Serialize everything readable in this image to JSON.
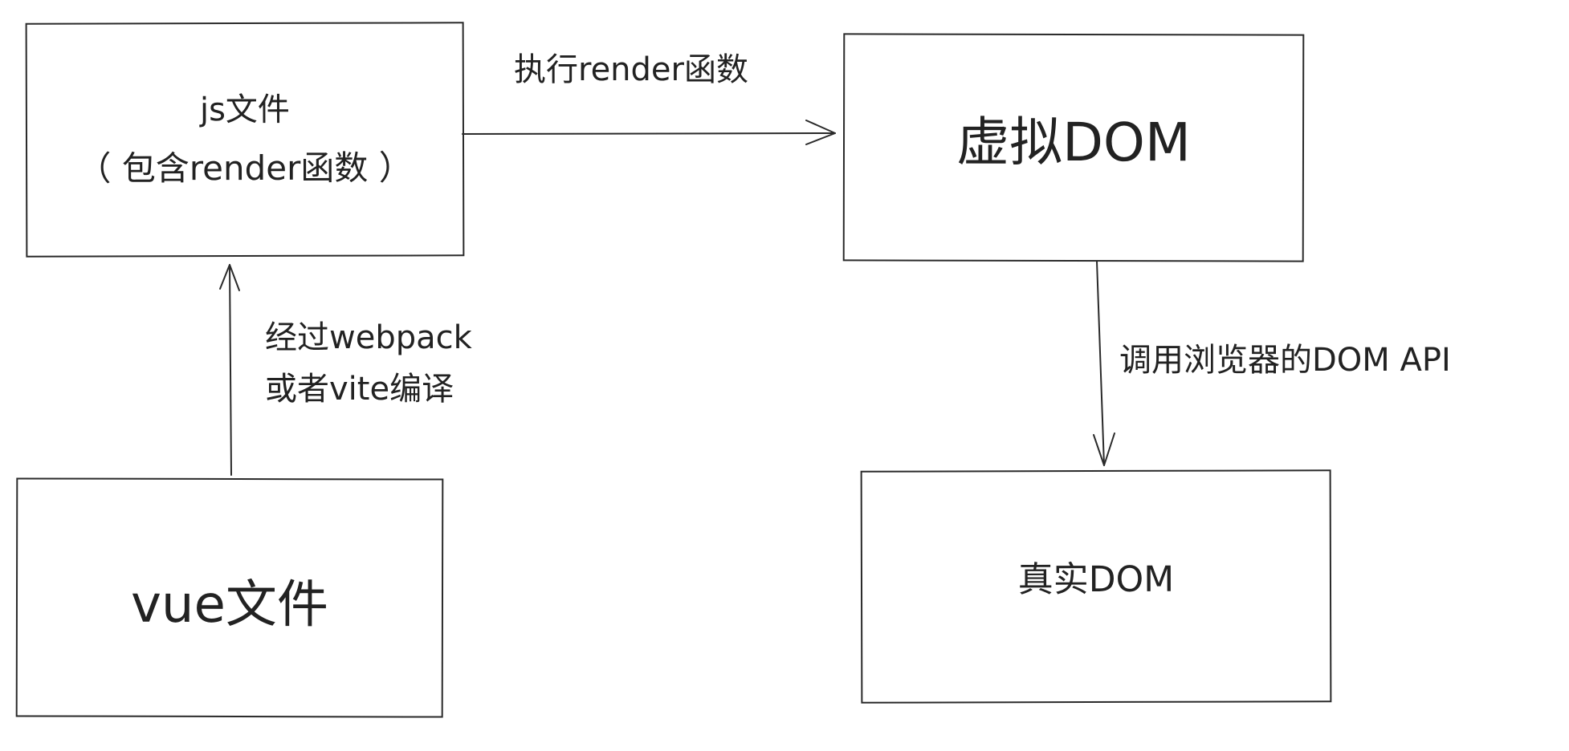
{
  "nodes": {
    "js_file": {
      "line1": "js文件",
      "line2": "（ 包含render函数 ）"
    },
    "virtual_dom": {
      "label": "虚拟DOM"
    },
    "vue_file": {
      "label": "vue文件"
    },
    "real_dom": {
      "label": "真实DOM"
    }
  },
  "edges": {
    "run_render": {
      "label": "执行render函数"
    },
    "compile": {
      "line1": "经过webpack",
      "line2": "或者vite编译"
    },
    "browser_api": {
      "label": "调用浏览器的DOM API"
    }
  },
  "colors": {
    "stroke": "#2a2a2a",
    "text": "#222222",
    "background": "#ffffff"
  }
}
